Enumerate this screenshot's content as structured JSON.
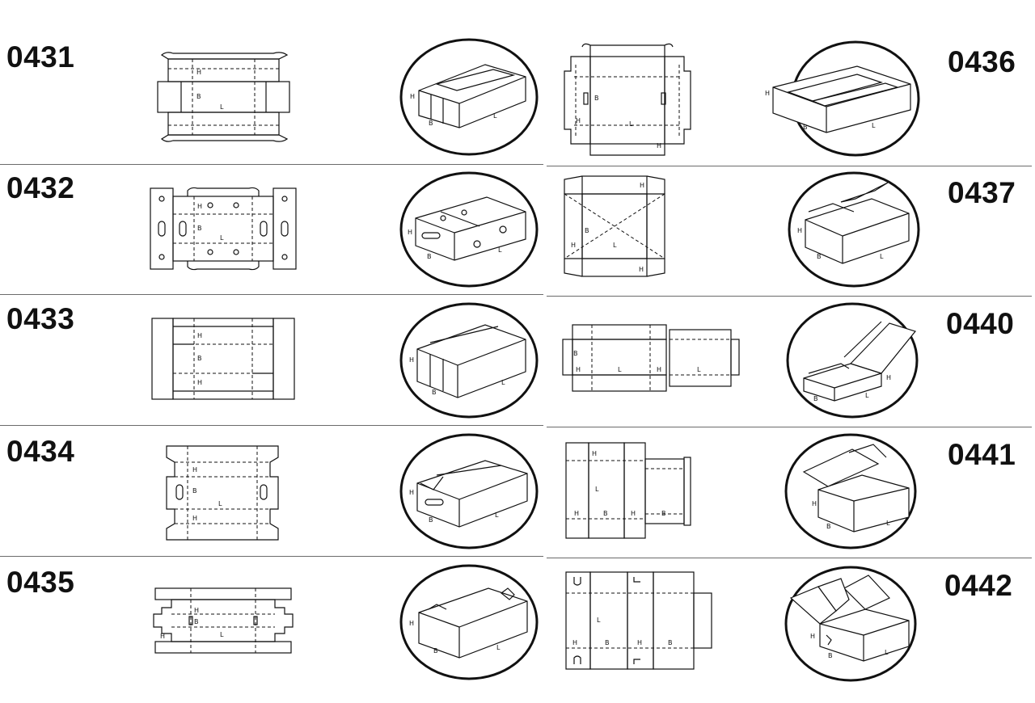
{
  "catalog": {
    "left_column": [
      {
        "code": "0431",
        "net_labels": [
          "H",
          "B",
          "L"
        ],
        "box_labels": [
          "H",
          "B",
          "L"
        ]
      },
      {
        "code": "0432",
        "net_labels": [
          "H",
          "B",
          "L"
        ],
        "box_labels": [
          "H",
          "B",
          "L"
        ]
      },
      {
        "code": "0433",
        "net_labels": [
          "H",
          "B",
          "H"
        ],
        "box_labels": [
          "H",
          "B",
          "L"
        ]
      },
      {
        "code": "0434",
        "net_labels": [
          "H",
          "B",
          "L",
          "H"
        ],
        "box_labels": [
          "H",
          "B",
          "L"
        ]
      },
      {
        "code": "0435",
        "net_labels": [
          "H",
          "B",
          "L",
          "H"
        ],
        "box_labels": [
          "H",
          "B",
          "L"
        ]
      }
    ],
    "right_column": [
      {
        "code": "0436",
        "net_labels": [
          "B",
          "L",
          "H",
          "H"
        ],
        "box_labels": [
          "H",
          "B",
          "L"
        ]
      },
      {
        "code": "0437",
        "net_labels": [
          "H",
          "B",
          "H",
          "L",
          "H"
        ],
        "box_labels": [
          "H",
          "B",
          "L"
        ]
      },
      {
        "code": "0440",
        "net_labels": [
          "B",
          "H",
          "L",
          "H",
          "L"
        ],
        "box_labels": [
          "H",
          "B",
          "L"
        ]
      },
      {
        "code": "0441",
        "net_labels": [
          "H",
          "L",
          "H",
          "B",
          "H",
          "B"
        ],
        "box_labels": [
          "H",
          "B",
          "L"
        ]
      },
      {
        "code": "0442",
        "net_labels": [
          "L",
          "H",
          "B",
          "H",
          "B"
        ],
        "box_labels": [
          "H",
          "B",
          "L"
        ]
      }
    ]
  }
}
